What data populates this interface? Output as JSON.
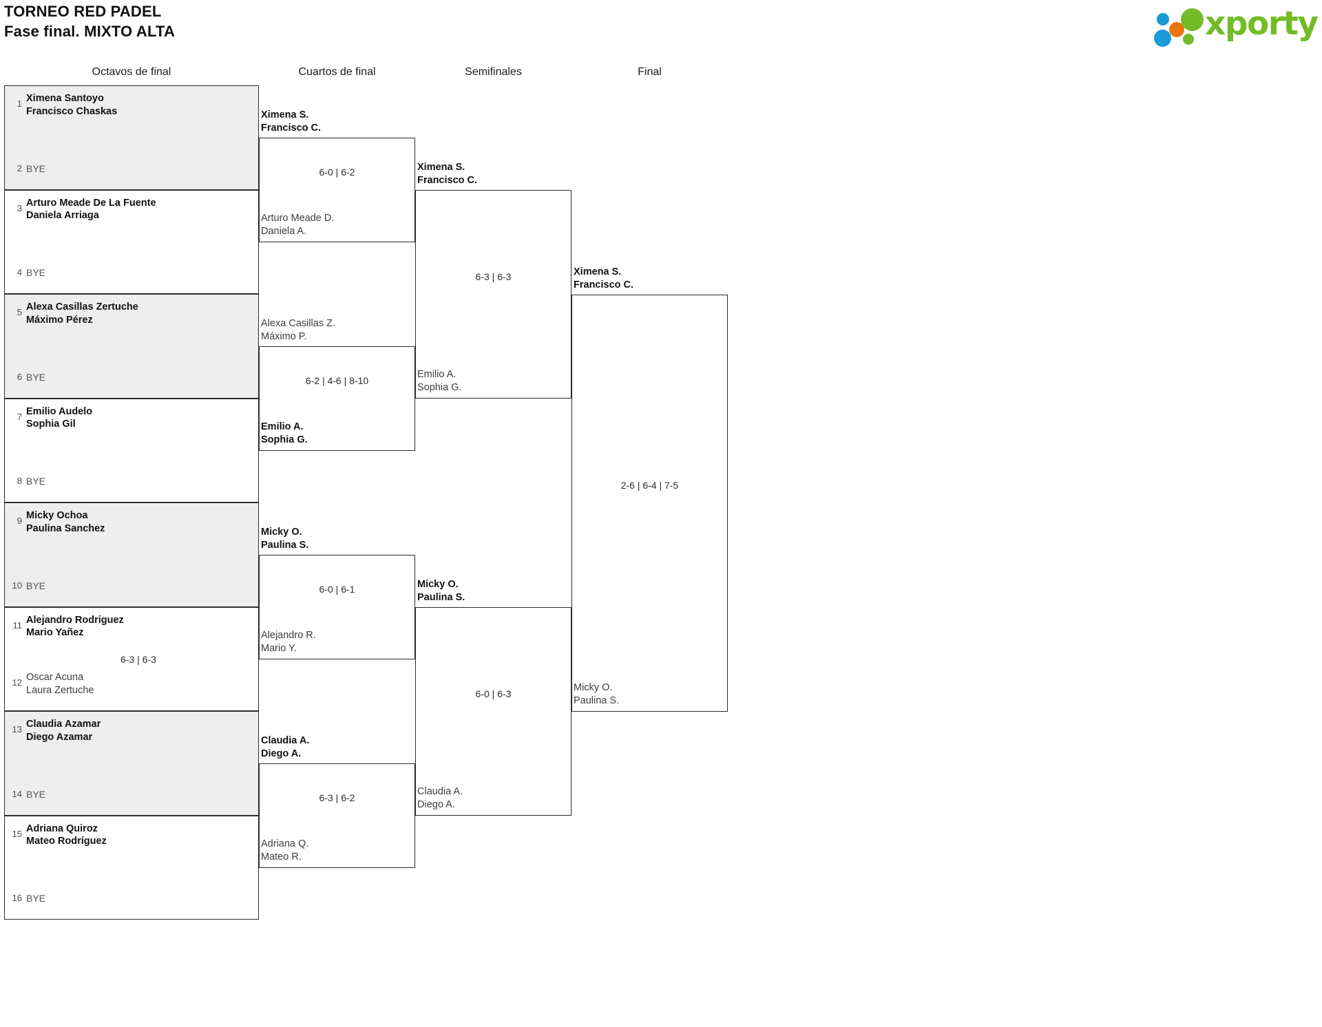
{
  "header": {
    "title_line1": "TORNEO RED PADEL",
    "title_line2": "Fase final. MIXTO ALTA",
    "logo_word": "xporty"
  },
  "rounds": [
    {
      "label": "Octavos de final"
    },
    {
      "label": "Cuartos de final"
    },
    {
      "label": "Semifinales"
    },
    {
      "label": "Final"
    }
  ],
  "round1": {
    "matches": [
      {
        "top": {
          "seed": "1",
          "p1": "Ximena Santoyo",
          "p2": "Francisco Chaskas",
          "status": "winner"
        },
        "bottom": {
          "seed": "2",
          "bye": "BYE"
        },
        "score": "",
        "shaded": true
      },
      {
        "top": {
          "seed": "3",
          "p1": "Arturo Meade De La Fuente",
          "p2": "Daniela Arriaga",
          "status": "winner"
        },
        "bottom": {
          "seed": "4",
          "bye": "BYE"
        },
        "score": "",
        "shaded": false
      },
      {
        "top": {
          "seed": "5",
          "p1": "Alexa Casillas Zertuche",
          "p2": "Máximo Pérez",
          "status": "winner"
        },
        "bottom": {
          "seed": "6",
          "bye": "BYE"
        },
        "score": "",
        "shaded": true
      },
      {
        "top": {
          "seed": "7",
          "p1": "Emilio Audelo",
          "p2": "Sophia Gil",
          "status": "winner"
        },
        "bottom": {
          "seed": "8",
          "bye": "BYE"
        },
        "score": "",
        "shaded": false
      },
      {
        "top": {
          "seed": "9",
          "p1": "Micky Ochoa",
          "p2": "Paulina Sanchez",
          "status": "winner"
        },
        "bottom": {
          "seed": "10",
          "bye": "BYE"
        },
        "score": "",
        "shaded": true
      },
      {
        "top": {
          "seed": "11",
          "p1": "Alejandro Rodriguez",
          "p2": "Mario Yañez",
          "status": "winner"
        },
        "bottom": {
          "seed": "12",
          "p1": "Oscar Acuna",
          "p2": "Laura Zertuche",
          "status": "loser"
        },
        "score": "6-3 | 6-3",
        "shaded": false
      },
      {
        "top": {
          "seed": "13",
          "p1": "Claudia Azamar",
          "p2": "Diego Azamar",
          "status": "winner"
        },
        "bottom": {
          "seed": "14",
          "bye": "BYE"
        },
        "score": "",
        "shaded": true
      },
      {
        "top": {
          "seed": "15",
          "p1": "Adriana Quiroz",
          "p2": "Mateo Rodríguez",
          "status": "winner"
        },
        "bottom": {
          "seed": "16",
          "bye": "BYE"
        },
        "score": "",
        "shaded": false
      }
    ]
  },
  "round2": {
    "matches": [
      {
        "top": {
          "p1": "Ximena S.",
          "p2": "Francisco C.",
          "status": "winner"
        },
        "bottom": {
          "p1": "Arturo Meade D.",
          "p2": "Daniela A.",
          "status": "loser"
        },
        "score": "6-0 | 6-2"
      },
      {
        "top": {
          "p1": "Alexa Casillas Z.",
          "p2": "Máximo P.",
          "status": "loser"
        },
        "bottom": {
          "p1": "Emilio A.",
          "p2": "Sophia G.",
          "status": "winner"
        },
        "score": "6-2 | 4-6 | 8-10"
      },
      {
        "top": {
          "p1": "Micky O.",
          "p2": "Paulina S.",
          "status": "winner"
        },
        "bottom": {
          "p1": "Alejandro R.",
          "p2": "Mario Y.",
          "status": "loser"
        },
        "score": "6-0 | 6-1"
      },
      {
        "top": {
          "p1": "Claudia A.",
          "p2": "Diego A.",
          "status": "winner"
        },
        "bottom": {
          "p1": "Adriana Q.",
          "p2": "Mateo R.",
          "status": "loser"
        },
        "score": "6-3 | 6-2"
      }
    ]
  },
  "round3": {
    "matches": [
      {
        "top": {
          "p1": "Ximena S.",
          "p2": "Francisco C.",
          "status": "winner"
        },
        "bottom": {
          "p1": "Emilio A.",
          "p2": "Sophia G.",
          "status": "loser"
        },
        "score": "6-3 | 6-3"
      },
      {
        "top": {
          "p1": "Micky O.",
          "p2": "Paulina S.",
          "status": "winner"
        },
        "bottom": {
          "p1": "Claudia A.",
          "p2": "Diego A.",
          "status": "loser"
        },
        "score": "6-0 | 6-3"
      }
    ]
  },
  "round4": {
    "matches": [
      {
        "top": {
          "p1": "Ximena S.",
          "p2": "Francisco C.",
          "status": "winner"
        },
        "bottom": {
          "p1": "Micky O.",
          "p2": "Paulina S.",
          "status": "loser"
        },
        "score": "2-6 | 6-4 | 7-5"
      }
    ]
  }
}
